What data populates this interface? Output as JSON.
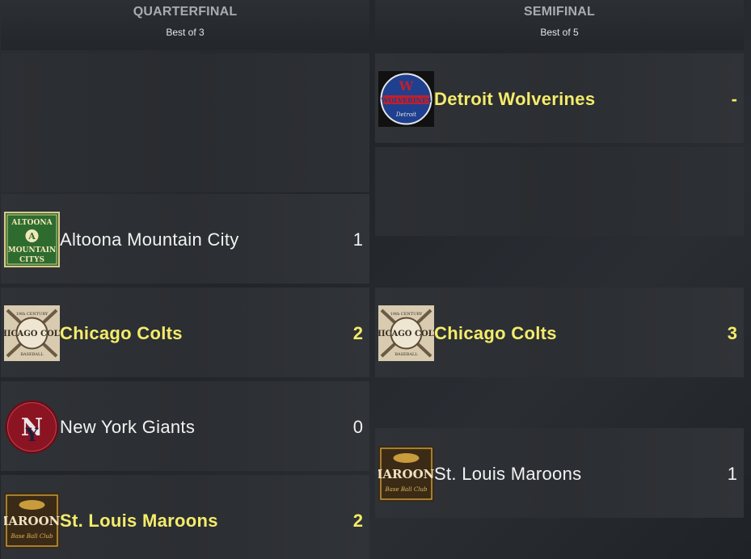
{
  "quarterfinal": {
    "title": "QUARTERFINAL",
    "subtitle": "Best of 3",
    "teams": [
      {
        "name": "Altoona Mountain City",
        "score": "1",
        "winner": false,
        "logo": "altoona-logo"
      },
      {
        "name": "Chicago Colts",
        "score": "2",
        "winner": true,
        "logo": "chicago-colts-logo"
      },
      {
        "name": "New York Giants",
        "score": "0",
        "winner": false,
        "logo": "ny-giants-logo"
      },
      {
        "name": "St. Louis Maroons",
        "score": "2",
        "winner": true,
        "logo": "st-louis-maroons-logo"
      }
    ]
  },
  "semifinal": {
    "title": "SEMIFINAL",
    "subtitle": "Best of 5",
    "teams": [
      {
        "name": "Detroit Wolverines",
        "score": "-",
        "winner": true,
        "logo": "detroit-wolverines-logo"
      },
      {
        "name": "Chicago Colts",
        "score": "3",
        "winner": true,
        "logo": "chicago-colts-logo"
      },
      {
        "name": "St. Louis Maroons",
        "score": "1",
        "winner": false,
        "logo": "st-louis-maroons-logo"
      }
    ]
  },
  "colors": {
    "winner_text": "#f4ec6a",
    "normal_text": "#f2f2f2",
    "header_text": "#a9acaf"
  }
}
